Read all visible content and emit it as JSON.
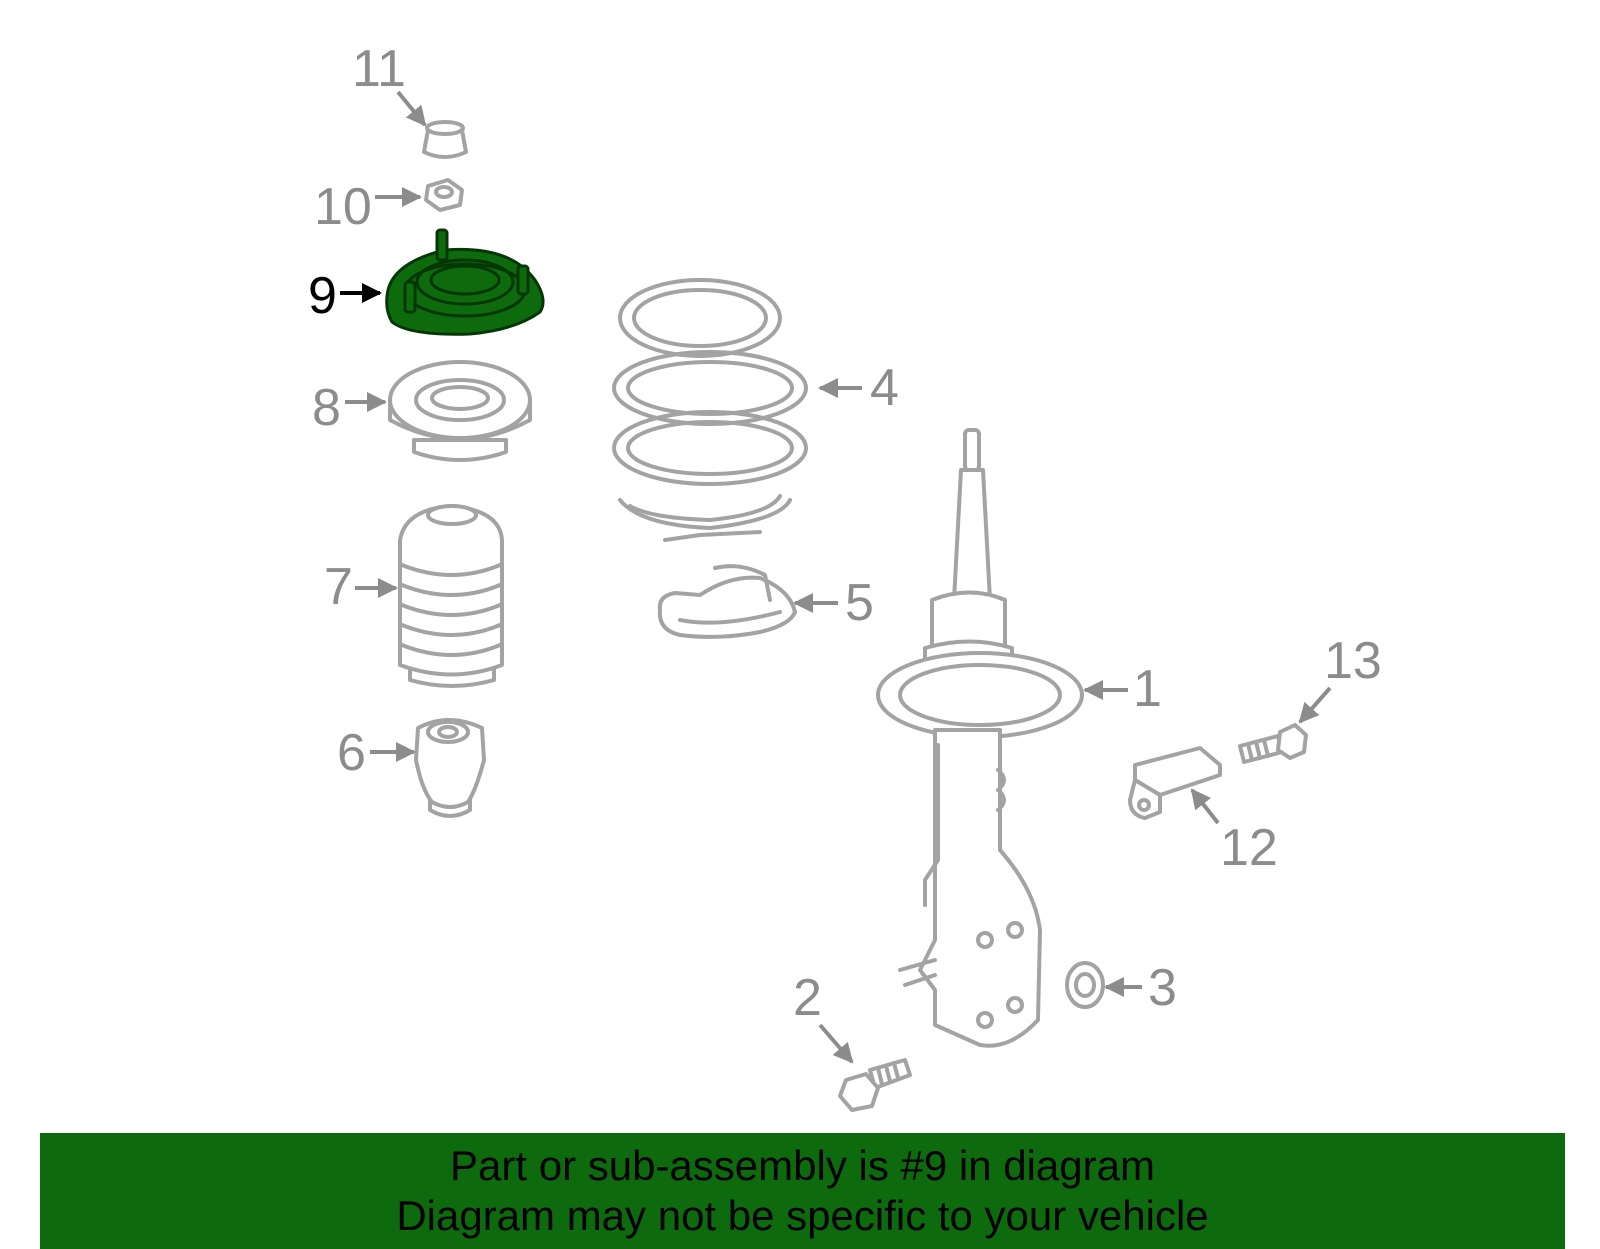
{
  "diagram": {
    "callouts": [
      "1",
      "2",
      "3",
      "4",
      "5",
      "6",
      "7",
      "8",
      "9",
      "10",
      "11",
      "12",
      "13"
    ],
    "highlighted": "9",
    "highlight_color": "#0d6b0d",
    "part_color": "#a3a3a3",
    "label_color": "#8c8c8c"
  },
  "banner": {
    "line1": "Part or sub-assembly is #9 in diagram",
    "line2": "Diagram may not be specific to your vehicle",
    "background": "#0d6b0d"
  }
}
